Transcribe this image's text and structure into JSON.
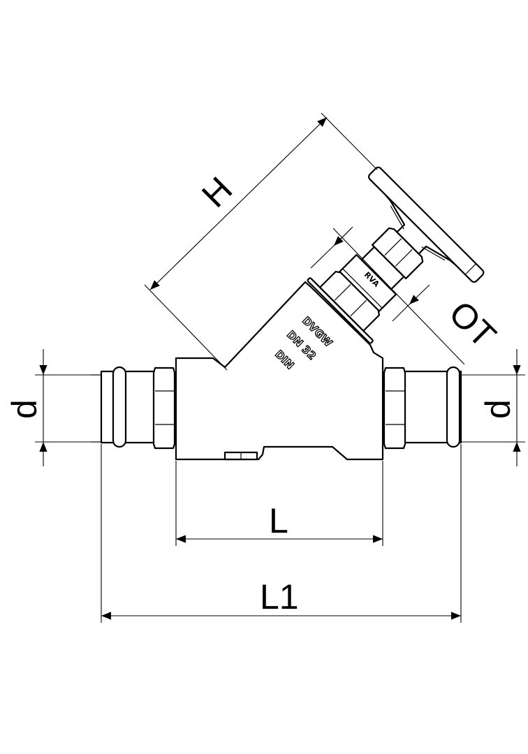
{
  "drawing": {
    "title": "Inclined seat valve with press ends",
    "colors": {
      "line": "#000000",
      "background": "#ffffff"
    },
    "dimensions": {
      "d_left": "d",
      "d_right": "d",
      "L": "L",
      "L1": "L1",
      "H": "H",
      "OT": "OT"
    },
    "markings": {
      "bonnet": "RVA",
      "line1": "DVGW",
      "line2": "DN 32",
      "line3": "DIN"
    }
  }
}
